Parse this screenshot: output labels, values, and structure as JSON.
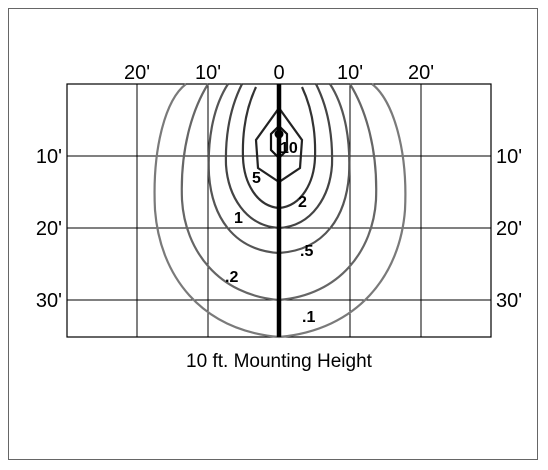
{
  "diagram": {
    "caption": "10 ft. Mounting Height",
    "x_tick_labels": [
      "20'",
      "10'",
      "0",
      "10'",
      "20'"
    ],
    "y_tick_labels": [
      "10'",
      "20'",
      "30'"
    ],
    "contours": [
      {
        "value": 10,
        "label": "10"
      },
      {
        "value": 5,
        "label": "5"
      },
      {
        "value": 2,
        "label": "2"
      },
      {
        "value": 1,
        "label": "1"
      },
      {
        "value": 0.5,
        "label": ".5"
      },
      {
        "value": 0.2,
        "label": ".2"
      },
      {
        "value": 0.1,
        "label": ".1"
      }
    ],
    "colors": {
      "grid": "#000000",
      "contour_dark": "#222222",
      "contour_mid": "#444444",
      "contour_light": "#7a7a7a",
      "center_line": "#000000"
    }
  }
}
